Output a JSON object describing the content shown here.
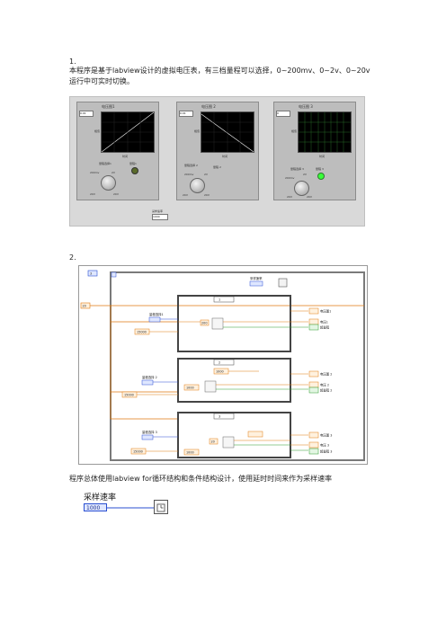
{
  "section1": {
    "number": "1.",
    "line1": "本程序是基于labview设计的虚拟电压表，有三档量程可以选择，0~200mv、0~2v、0~20v",
    "line2": "运行中可实时切换。"
  },
  "front_panel": {
    "panels": [
      {
        "graph_title": "电压图1",
        "range_label": "量程选择1",
        "led_label": "量程1",
        "range_value": "0.01"
      },
      {
        "graph_title": "电压图 2",
        "range_label": "量程选择 2",
        "led_label": "量程 2",
        "range_value": "0.01"
      },
      {
        "graph_title": "电压图 3",
        "range_label": "量程选择 3",
        "led_label": "量程 3",
        "range_value": "0"
      }
    ],
    "knob_labels": [
      "200mv",
      "2V",
      "20V",
      "20V"
    ],
    "axis_x_label": "时间",
    "axis_y_label": "幅值",
    "rate_label": "采样速率",
    "rate_value": "1000",
    "led_colors": [
      "#5a6b2a",
      "#5a6b2a",
      "#39ff39"
    ]
  },
  "section2": {
    "number": "2.",
    "diagram": {
      "rate_label": "采样速率",
      "loop_count": "3",
      "const_value": "20",
      "range_labels": [
        "量程选择1",
        "量程选择 2",
        "量程选择 3"
      ],
      "case_labels": [
        "1",
        "2",
        "3"
      ],
      "constants": [
        "15000",
        "15000",
        "15000",
        "1000",
        "1000",
        "1000",
        "200",
        "20"
      ],
      "outputs": [
        "电压图1",
        "电压1",
        "超量程",
        "电压图 2",
        "电压 2",
        "超量程 2",
        "电压图 3",
        "电压 3",
        "超量程 3"
      ]
    }
  },
  "section3": {
    "text": "程序总体使用labview for循环结构和条件结构设计，使用延时时间来作为采样速率",
    "figure_label": "采样速率",
    "figure_value": "1000"
  }
}
